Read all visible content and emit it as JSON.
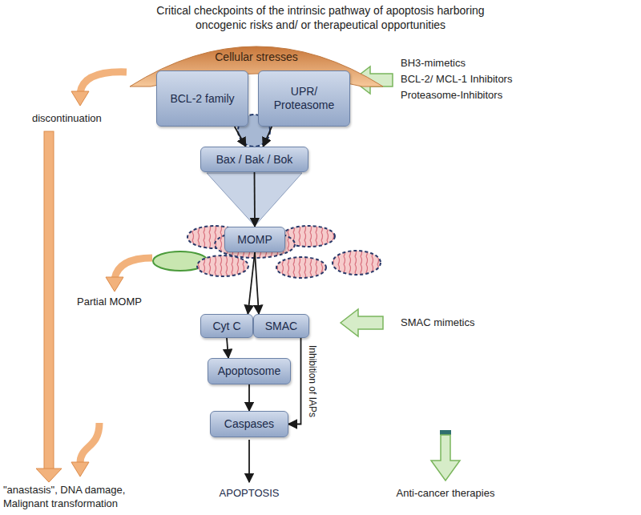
{
  "diagram": {
    "title": "Critical checkpoints of the intrinsic pathway of apoptosis harboring oncogenic risks and/ or therapeutical opportunities",
    "nodes": [
      {
        "text": [
          "Cellular stresses"
        ]
      },
      {
        "text": [
          "BCL-2 family"
        ]
      },
      {
        "text": [
          "UPR/ Proteasome"
        ]
      },
      {
        "text": [
          "Bax / Bak / Bok"
        ]
      },
      {
        "text": [
          "MOMP"
        ]
      },
      {
        "text": [
          "Cyt C"
        ]
      },
      {
        "text": [
          "SMAC"
        ]
      },
      {
        "text": [
          "Apoptosome"
        ]
      },
      {
        "text": [
          "Caspases"
        ]
      }
    ],
    "edges": [
      {
        "from": 1,
        "to": 3,
        "arrow": "to"
      },
      {
        "from": 2,
        "to": 3,
        "arrow": "to"
      },
      {
        "from": 3,
        "to": 4,
        "arrow": "to"
      },
      {
        "from": 4,
        "to": 5,
        "arrow": "to"
      },
      {
        "from": 4,
        "to": 6,
        "arrow": "to"
      },
      {
        "from": 5,
        "to": 7,
        "arrow": "to"
      },
      {
        "from": 7,
        "to": 8,
        "arrow": "to"
      },
      {
        "from": 6,
        "to": 8,
        "label": "Inhibition of IAPs",
        "arrow": "to"
      }
    ],
    "labels": [
      "discontinuation",
      "Partial MOMP",
      "\"anastasis\", DNA damage, Malignant transformation",
      "BH3-mimetics",
      "BCL-2/ MCL-1 Inhibitors",
      "Proteasome-Inhibitors",
      "SMAC mimetics",
      "APOPTOSIS",
      "Anti-cancer therapies"
    ]
  }
}
